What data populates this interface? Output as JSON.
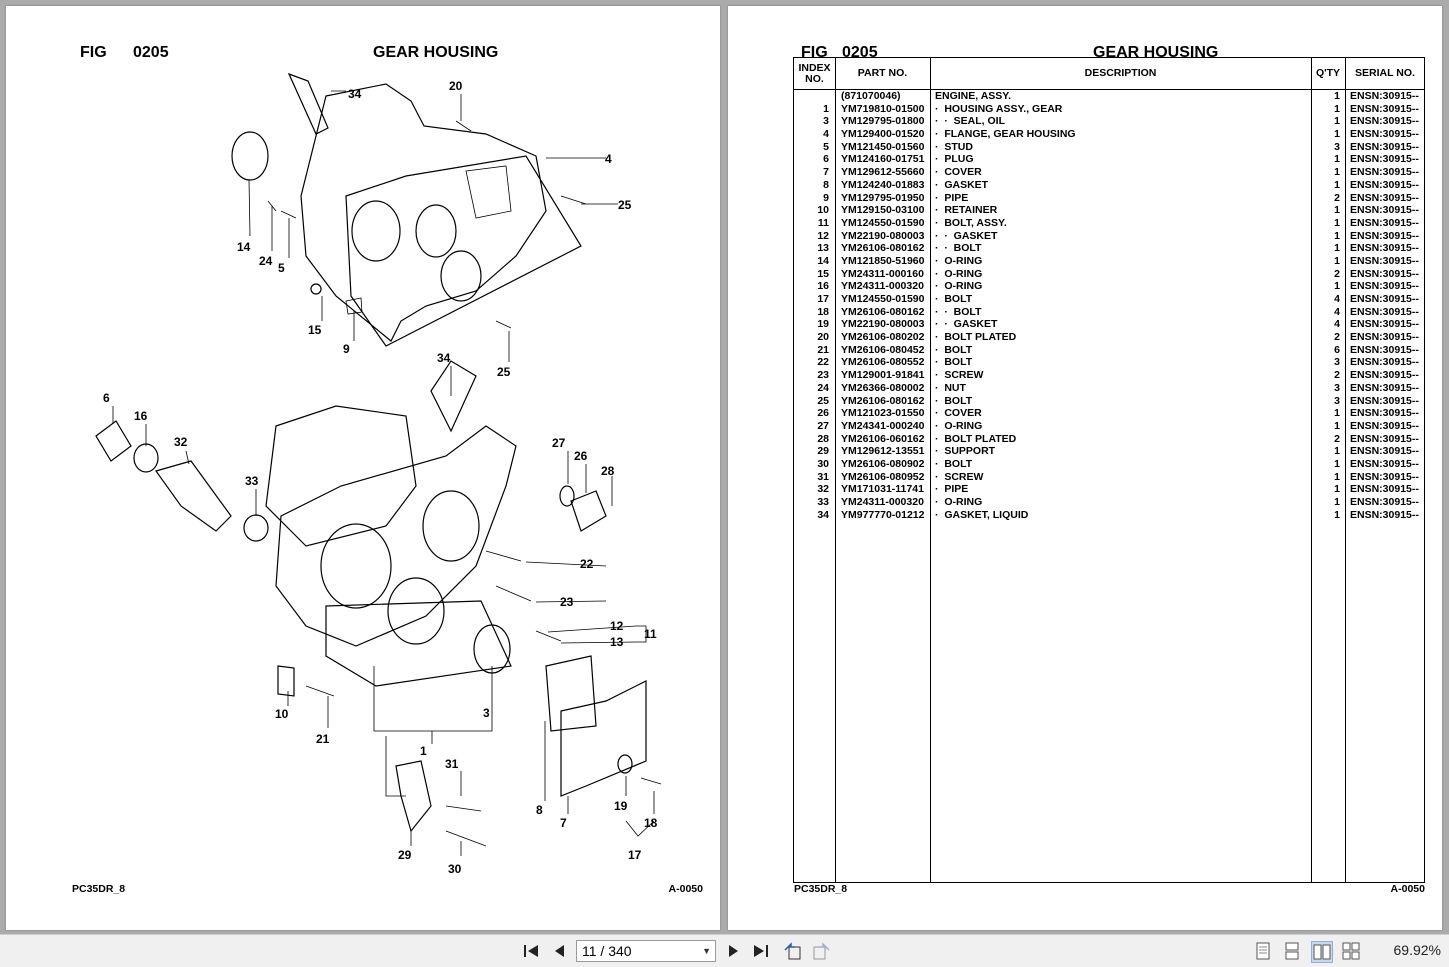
{
  "left_page": {
    "fig_label": "FIG",
    "fig_number": "0205",
    "title": "GEAR HOUSING",
    "footer_left": "PC35DR_8",
    "footer_right": "A-0050",
    "callouts": [
      "34",
      "20",
      "4",
      "25",
      "14",
      "24",
      "5",
      "15",
      "9",
      "34",
      "25",
      "6",
      "16",
      "32",
      "27",
      "26",
      "28",
      "33",
      "22",
      "23",
      "12",
      "11",
      "13",
      "10",
      "21",
      "3",
      "1",
      "31",
      "8",
      "7",
      "19",
      "18",
      "17",
      "29",
      "30"
    ]
  },
  "right_page": {
    "fig_label": "FIG",
    "fig_number": "0205",
    "title": "GEAR HOUSING",
    "footer_left": "PC35DR_8",
    "footer_right": "A-0050",
    "headers": {
      "index": "INDEX NO.",
      "part": "PART NO.",
      "description": "DESCRIPTION",
      "qty": "Q'TY",
      "serial": "SERIAL NO."
    },
    "rows": [
      {
        "idx": "",
        "part": "(871070046)",
        "desc": "ENGINE, ASSY.",
        "qty": "1",
        "serial": "ENSN:30915--"
      },
      {
        "idx": "1",
        "part": "YM719810-01500",
        "desc": "·  HOUSING ASSY., GEAR",
        "qty": "1",
        "serial": "ENSN:30915--"
      },
      {
        "idx": "3",
        "part": "YM129795-01800",
        "desc": "·  ·  SEAL, OIL",
        "qty": "1",
        "serial": "ENSN:30915--"
      },
      {
        "idx": "4",
        "part": "YM129400-01520",
        "desc": "·  FLANGE, GEAR HOUSING",
        "qty": "1",
        "serial": "ENSN:30915--"
      },
      {
        "idx": "5",
        "part": "YM121450-01560",
        "desc": "·  STUD",
        "qty": "3",
        "serial": "ENSN:30915--"
      },
      {
        "idx": "6",
        "part": "YM124160-01751",
        "desc": "·  PLUG",
        "qty": "1",
        "serial": "ENSN:30915--"
      },
      {
        "idx": "7",
        "part": "YM129612-55660",
        "desc": "·  COVER",
        "qty": "1",
        "serial": "ENSN:30915--"
      },
      {
        "idx": "8",
        "part": "YM124240-01883",
        "desc": "·  GASKET",
        "qty": "1",
        "serial": "ENSN:30915--"
      },
      {
        "idx": "9",
        "part": "YM129795-01950",
        "desc": "·  PIPE",
        "qty": "2",
        "serial": "ENSN:30915--"
      },
      {
        "idx": "10",
        "part": "YM129150-03100",
        "desc": "·  RETAINER",
        "qty": "1",
        "serial": "ENSN:30915--"
      },
      {
        "idx": "11",
        "part": "YM124550-01590",
        "desc": "·  BOLT, ASSY.",
        "qty": "1",
        "serial": "ENSN:30915--"
      },
      {
        "idx": "12",
        "part": "YM22190-080003",
        "desc": "·  ·  GASKET",
        "qty": "1",
        "serial": "ENSN:30915--"
      },
      {
        "idx": "13",
        "part": "YM26106-080162",
        "desc": "·  ·  BOLT",
        "qty": "1",
        "serial": "ENSN:30915--"
      },
      {
        "idx": "14",
        "part": "YM121850-51960",
        "desc": "·  O-RING",
        "qty": "1",
        "serial": "ENSN:30915--"
      },
      {
        "idx": "15",
        "part": "YM24311-000160",
        "desc": "·  O-RING",
        "qty": "2",
        "serial": "ENSN:30915--"
      },
      {
        "idx": "16",
        "part": "YM24311-000320",
        "desc": "·  O-RING",
        "qty": "1",
        "serial": "ENSN:30915--"
      },
      {
        "idx": "17",
        "part": "YM124550-01590",
        "desc": "·  BOLT",
        "qty": "4",
        "serial": "ENSN:30915--"
      },
      {
        "idx": "18",
        "part": "YM26106-080162",
        "desc": "·  ·  BOLT",
        "qty": "4",
        "serial": "ENSN:30915--"
      },
      {
        "idx": "19",
        "part": "YM22190-080003",
        "desc": "·  ·  GASKET",
        "qty": "4",
        "serial": "ENSN:30915--"
      },
      {
        "idx": "20",
        "part": "YM26106-080202",
        "desc": "·  BOLT PLATED",
        "qty": "2",
        "serial": "ENSN:30915--"
      },
      {
        "idx": "21",
        "part": "YM26106-080452",
        "desc": "·  BOLT",
        "qty": "6",
        "serial": "ENSN:30915--"
      },
      {
        "idx": "22",
        "part": "YM26106-080552",
        "desc": "·  BOLT",
        "qty": "3",
        "serial": "ENSN:30915--"
      },
      {
        "idx": "23",
        "part": "YM129001-91841",
        "desc": "·  SCREW",
        "qty": "2",
        "serial": "ENSN:30915--"
      },
      {
        "idx": "24",
        "part": "YM26366-080002",
        "desc": "·  NUT",
        "qty": "3",
        "serial": "ENSN:30915--"
      },
      {
        "idx": "25",
        "part": "YM26106-080162",
        "desc": "·  BOLT",
        "qty": "3",
        "serial": "ENSN:30915--"
      },
      {
        "idx": "26",
        "part": "YM121023-01550",
        "desc": "·  COVER",
        "qty": "1",
        "serial": "ENSN:30915--"
      },
      {
        "idx": "27",
        "part": "YM24341-000240",
        "desc": "·  O-RING",
        "qty": "1",
        "serial": "ENSN:30915--"
      },
      {
        "idx": "28",
        "part": "YM26106-060162",
        "desc": "·  BOLT PLATED",
        "qty": "2",
        "serial": "ENSN:30915--"
      },
      {
        "idx": "29",
        "part": "YM129612-13551",
        "desc": "·  SUPPORT",
        "qty": "1",
        "serial": "ENSN:30915--"
      },
      {
        "idx": "30",
        "part": "YM26106-080902",
        "desc": "·  BOLT",
        "qty": "1",
        "serial": "ENSN:30915--"
      },
      {
        "idx": "31",
        "part": "YM26106-080952",
        "desc": "·  SCREW",
        "qty": "1",
        "serial": "ENSN:30915--"
      },
      {
        "idx": "32",
        "part": "YM171031-11741",
        "desc": "·  PIPE",
        "qty": "1",
        "serial": "ENSN:30915--"
      },
      {
        "idx": "33",
        "part": "YM24311-000320",
        "desc": "·  O-RING",
        "qty": "1",
        "serial": "ENSN:30915--"
      },
      {
        "idx": "34",
        "part": "YM977770-01212",
        "desc": "·  GASKET, LIQUID",
        "qty": "1",
        "serial": "ENSN:30915--"
      }
    ]
  },
  "toolbar": {
    "page_indicator": "11 / 340",
    "zoom": "69.92%",
    "icons": [
      "first-page-icon",
      "previous-page-icon",
      "next-page-icon",
      "last-page-icon",
      "go-back-view-icon",
      "go-forward-view-icon",
      "single-page-view-icon",
      "continuous-view-icon",
      "facing-view-icon",
      "continuous-facing-view-icon"
    ]
  }
}
